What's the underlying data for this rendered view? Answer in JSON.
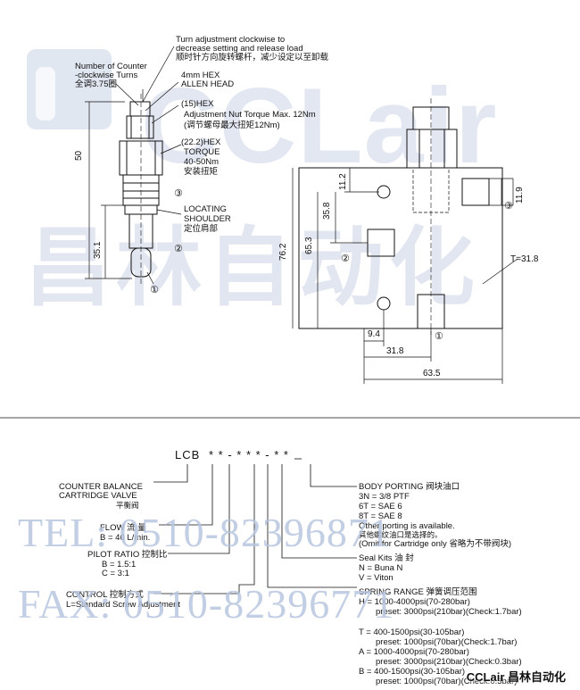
{
  "upper_callouts": {
    "turn_adjust_en1": "Turn adjustment clockwise to",
    "turn_adjust_en2": "decrease setting and release load",
    "turn_adjust_cn": "顺时针方向旋转螺杆，减少设定以至卸载",
    "counter_turns_en1": "Number of Counter",
    "counter_turns_en2": "-clockwise Turns",
    "counter_turns_cn": "全调3.75圈",
    "hex_4mm_1": "4mm HEX",
    "hex_4mm_2": "ALLEN HEAD",
    "hex_15": "(15)HEX",
    "adj_nut_torque_en": "Adjustment Nut Torque Max. 12Nm",
    "adj_nut_torque_cn": "(调节螺母最大扭矩12Nm)",
    "hex_22": "(22.2)HEX",
    "torque_label": "TORQUE",
    "torque_value": "40-50Nm",
    "torque_cn": "安装扭矩",
    "locating1": "LOCATING",
    "locating2": "SHOULDER",
    "locating_cn": "定位肩部"
  },
  "dimensions": {
    "d50": "50",
    "d35_1": "35.1",
    "d11_2": "11.2",
    "d35_8": "35.8",
    "d65_3": "65.3",
    "d76_2": "76.2",
    "d9_4": "9.4",
    "d31_8": "31.8",
    "d63_5": "63.5",
    "d11_9": "11.9",
    "thickness": "T=31.8"
  },
  "ports": [
    "①",
    "②",
    "③"
  ],
  "brand_watermark": "CCLair",
  "brand_watermark_cn": "昌林自动化",
  "ordering": {
    "model_code": "LCB",
    "code_slots": "* * - * * * - * *",
    "counter_balance_1": "COUNTER BALANCE",
    "counter_balance_2": "CARTRIDGE VALVE",
    "counter_balance_cn": "平衡阀",
    "flow_label": "FLOW  流  量",
    "flow_b": "B = 40 L/min.",
    "pilot_label": "PILOT RATIO 控制比",
    "pilot_b": "B = 1.5:1",
    "pilot_c": "C =  3:1",
    "control_label": "CONTROL  控制方式",
    "control_l": "L=Standard Screw Adjustment",
    "body_porting": "BODY PORTING 阀块油口",
    "port_3n": "3N = 3/8 PTF",
    "port_6t": "6T = SAE 6",
    "port_8t": "8T = SAE 8",
    "port_other_en": "Other porting is available.",
    "port_other_cn": "其他螺纹油口是选择的。",
    "port_omit": "(Omit for Cartridge only 省略为不带阀块)",
    "seal_label": "Seal Kits  油    封",
    "seal_n": "N = Buna N",
    "seal_v": "V = Viton",
    "spring_label": "SPRING RANGE 弹簧调压范围",
    "spring_h": "H = 1000-4000psi(70-280bar)",
    "spring_h_preset": "preset: 3000psi(210bar)(Check:1.7bar)",
    "spring_t": "T = 400-1500psi(30-105bar)",
    "spring_t_preset": "preset: 1000psi(70bar)(Check:1.7bar)",
    "spring_a": "A = 1000-4000psi(70-280bar)",
    "spring_a_preset": "preset: 3000psi(210bar)(Check:0.3bar)",
    "spring_b": "B = 400-1500psi(30-105bar)",
    "spring_b_preset": "preset: 1000psi(70bar)(Check:0.3bar)"
  },
  "watermark_lines": {
    "tel": "TEL: 0510-82396871",
    "fax": "FAX: 0510-82396771"
  },
  "footer_brand": "CCLair 昌林自动化"
}
